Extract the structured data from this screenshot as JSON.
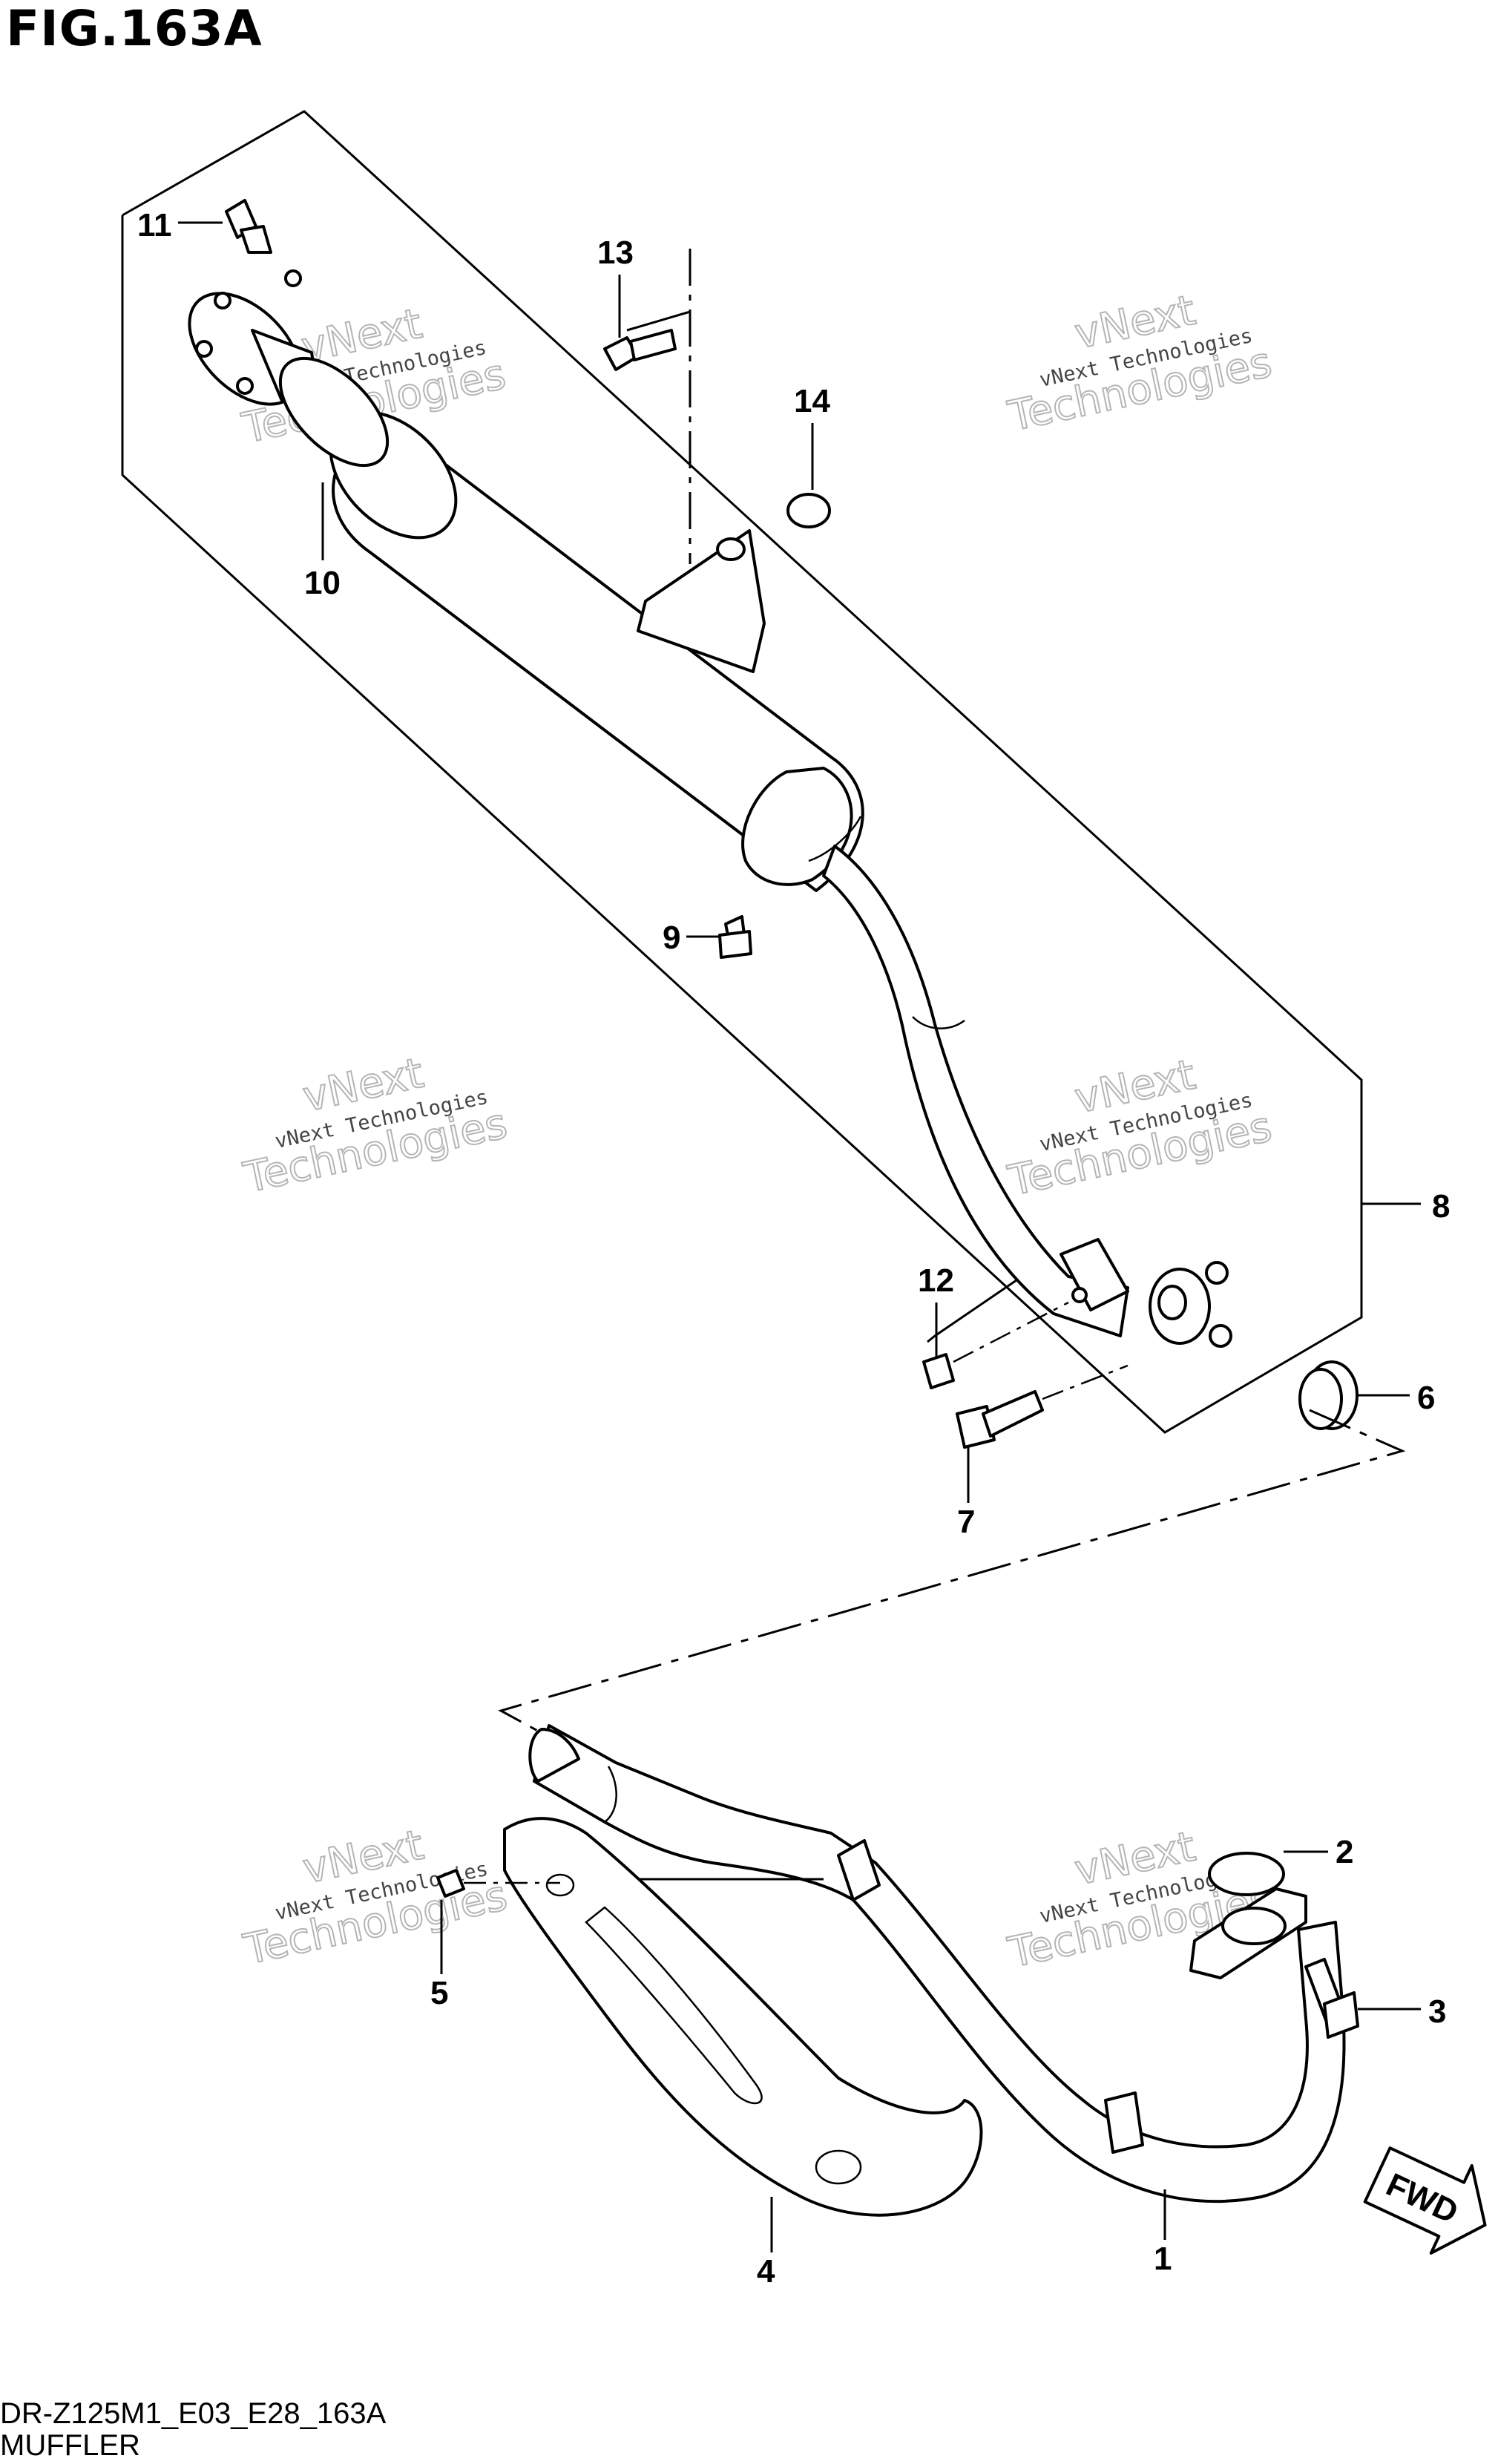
{
  "figure": {
    "title": "FIG.163A",
    "model_code": "DR-Z125M1_E03_E28_163A",
    "name": "MUFFLER"
  },
  "callouts": {
    "c1": "1",
    "c2": "2",
    "c3": "3",
    "c4": "4",
    "c5": "5",
    "c6": "6",
    "c7": "7",
    "c8": "8",
    "c9": "9",
    "c10": "10",
    "c11": "11",
    "c12": "12",
    "c13": "13",
    "c14": "14"
  },
  "watermark": {
    "line1": "vNext Technologies",
    "line2": "vNext",
    "line3": "Technologies"
  },
  "fwd_label": "FWD"
}
